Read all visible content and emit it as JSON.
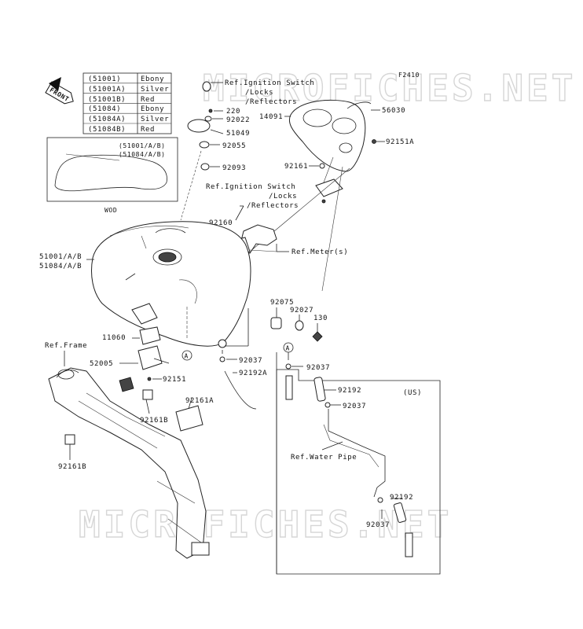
{
  "diagram_code": "F2410",
  "watermark": {
    "top": "MICROFICHES.NET",
    "bottom": "MICROFICHES.NET"
  },
  "front_tag": "FRONT",
  "color_table": [
    {
      "part": "(51001)",
      "color": "Ebony"
    },
    {
      "part": "(51001A)",
      "color": "Silver"
    },
    {
      "part": "(51001B)",
      "color": "Red"
    },
    {
      "part": "(51084)",
      "color": "Ebony"
    },
    {
      "part": "(51084A)",
      "color": "Silver"
    },
    {
      "part": "(51084B)",
      "color": "Red"
    }
  ],
  "wod_box": {
    "label_line1": "(51001/A/B)",
    "label_line2": "(51084/A/B)",
    "caption": "WOD"
  },
  "callouts": {
    "ref_ign_top_1": "Ref.Ignition Switch",
    "ref_ign_top_2": "/Locks",
    "ref_ign_top_3": "/Reflectors",
    "p220": "220",
    "p92022": "92022",
    "p51049": "51049",
    "p92055": "92055",
    "p92093": "92093",
    "p14091": "14091",
    "p56030": "56030",
    "p92151a": "92151A",
    "p92161": "92161",
    "ref_ign_mid_1": "Ref.Ignition Switch",
    "ref_ign_mid_2": "/Locks",
    "ref_ign_mid_3": "/Reflectors",
    "p92160": "92160",
    "ref_meter": "Ref.Meter(s)",
    "tank_1": "51001/A/B",
    "tank_2": "51084/A/B",
    "p92075": "92075",
    "p92027": "92027",
    "p130": "130",
    "p11060": "11060",
    "ref_frame": "Ref.Frame",
    "p52005": "52005",
    "p92151": "92151",
    "p92037_a": "92037",
    "p92192a": "92192A",
    "p92037_b": "92037",
    "p92192_a": "92192",
    "p92037_c": "92037",
    "us": "(US)",
    "ref_water_pipe": "Ref.Water Pipe",
    "p92192_b": "92192",
    "p92037_d": "92037",
    "p92161b_a": "92161B",
    "p92161a": "92161A",
    "p92161b_b": "92161B",
    "marker_a1": "A",
    "marker_a2": "A"
  }
}
